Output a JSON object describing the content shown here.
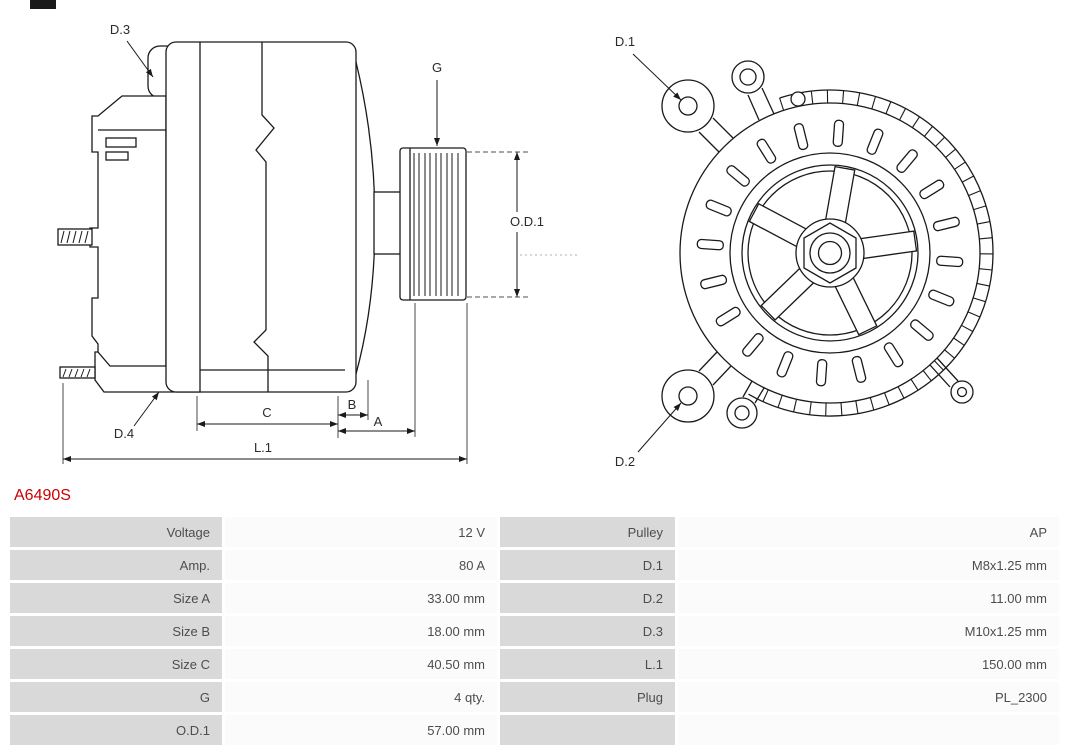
{
  "part_number": "A6490S",
  "colors": {
    "part_number_accent": "#cc0000",
    "table_label_bg": "#d9d9d9",
    "table_value_bg": "#fbfbfb",
    "table_text": "#4d4d4d",
    "drawing_line": "#1a1a1a"
  },
  "diagram": {
    "side_view": {
      "labels": {
        "d3": "D.3",
        "d4": "D.4",
        "g": "G",
        "od1": "O.D.1",
        "c": "C",
        "b": "B",
        "a": "A",
        "l1": "L.1"
      }
    },
    "front_view": {
      "labels": {
        "d1": "D.1",
        "d2": "D.2"
      }
    }
  },
  "spec_table": {
    "rows": [
      {
        "label_left": "Voltage",
        "value_left": "12 V",
        "label_right": "Pulley",
        "value_right": "AP"
      },
      {
        "label_left": "Amp.",
        "value_left": "80 A",
        "label_right": "D.1",
        "value_right": "M8x1.25 mm"
      },
      {
        "label_left": "Size A",
        "value_left": "33.00 mm",
        "label_right": "D.2",
        "value_right": "11.00 mm"
      },
      {
        "label_left": "Size B",
        "value_left": "18.00 mm",
        "label_right": "D.3",
        "value_right": "M10x1.25 mm"
      },
      {
        "label_left": "Size C",
        "value_left": "40.50 mm",
        "label_right": "L.1",
        "value_right": "150.00 mm"
      },
      {
        "label_left": "G",
        "value_left": "4 qty.",
        "label_right": "Plug",
        "value_right": "PL_2300"
      },
      {
        "label_left": "O.D.1",
        "value_left": "57.00 mm",
        "label_right": "",
        "value_right": ""
      }
    ]
  }
}
